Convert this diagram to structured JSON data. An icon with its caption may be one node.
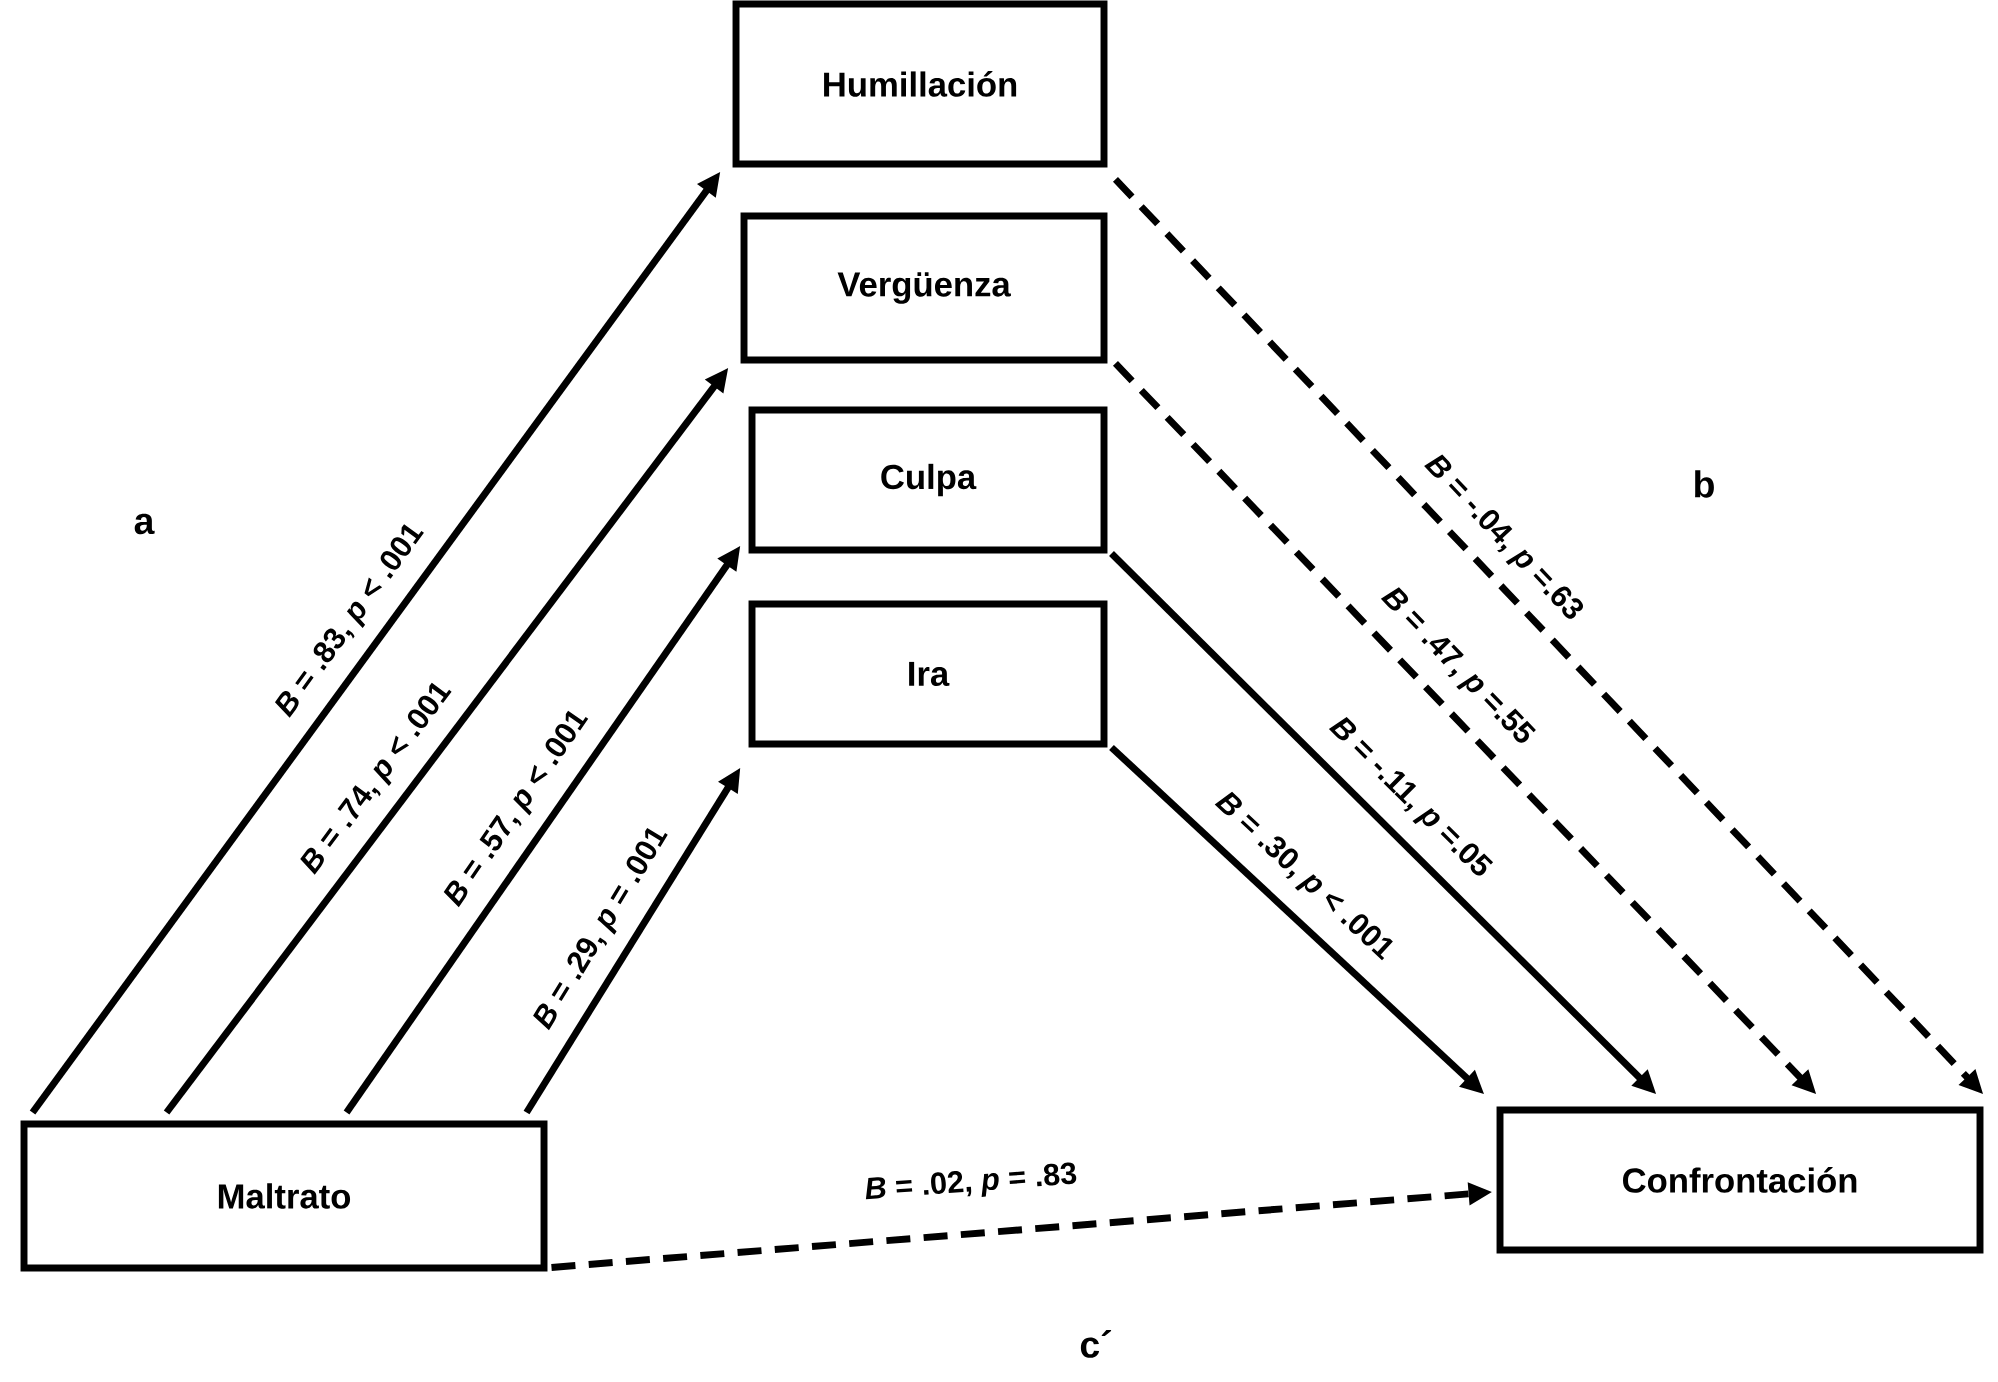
{
  "diagram": {
    "nodes": [
      {
        "text": [
          "Humillación"
        ]
      },
      {
        "text": [
          "Vergüenza"
        ]
      },
      {
        "text": [
          "Culpa"
        ]
      },
      {
        "text": [
          "Ira"
        ]
      },
      {
        "text": [
          "Maltrato"
        ]
      },
      {
        "text": [
          "Confrontación"
        ]
      }
    ],
    "edges": [
      {
        "from": 4,
        "to": 0,
        "arrow": "to",
        "label": "*B* = .83, *p* < .001"
      },
      {
        "from": 4,
        "to": 1,
        "arrow": "to",
        "label": "*B* = .74, *p* < .001"
      },
      {
        "from": 4,
        "to": 2,
        "arrow": "to",
        "label": "*B* = .57, *p* < .001"
      },
      {
        "from": 4,
        "to": 3,
        "arrow": "to",
        "label": "*B* = .29, *p* = .001"
      },
      {
        "from": 0,
        "to": 5,
        "arrow": "to",
        "label": "*B* = -.04, *p* =.63",
        "style": "dashed"
      },
      {
        "from": 1,
        "to": 5,
        "arrow": "to",
        "label": "*B* = .47, *p* =.55",
        "style": "dashed"
      },
      {
        "from": 2,
        "to": 5,
        "arrow": "to",
        "label": "*B* = -.11, *p* =.05"
      },
      {
        "from": 3,
        "to": 5,
        "arrow": "to",
        "label": "*B* = .30, *p* < .001"
      },
      {
        "from": 4,
        "to": 5,
        "arrow": "to",
        "label": "*B* = .02, *p* = .83",
        "style": "dashed"
      }
    ],
    "labels": [
      "a",
      "b",
      "c´"
    ]
  }
}
